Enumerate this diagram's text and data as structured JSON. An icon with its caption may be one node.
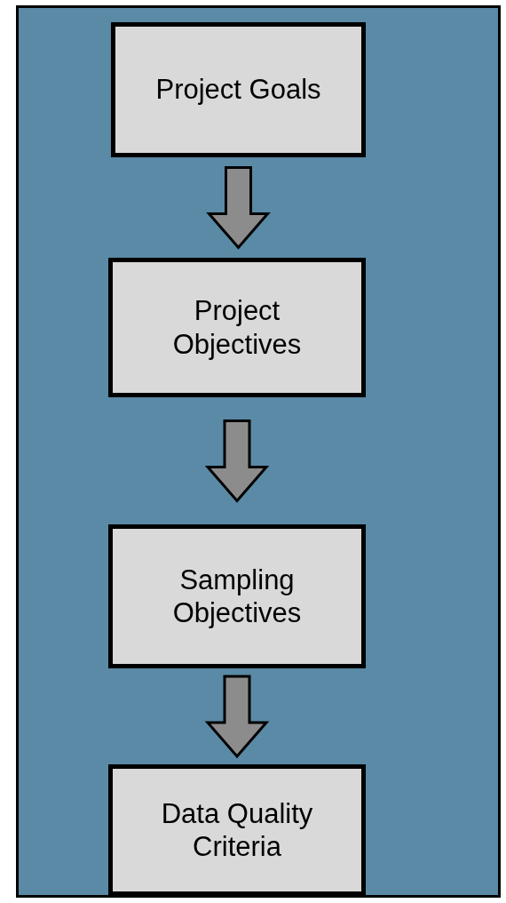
{
  "diagram": {
    "nodes": [
      {
        "text": [],
        "shape": "box"
      },
      {
        "text": [
          "Project Goals"
        ],
        "in": 0
      },
      {
        "text": [
          "Project Objectives"
        ],
        "in": 0
      },
      {
        "text": [
          "Sampling Objectives"
        ],
        "in": 0
      },
      {
        "text": [
          "Data Quality Criteria"
        ],
        "in": 0
      }
    ],
    "edges": [
      {
        "from": 1,
        "to": 2,
        "arrow": "to"
      },
      {
        "from": 2,
        "to": 3,
        "arrow": "to"
      },
      {
        "from": 3,
        "to": 4,
        "arrow": "to"
      }
    ]
  }
}
